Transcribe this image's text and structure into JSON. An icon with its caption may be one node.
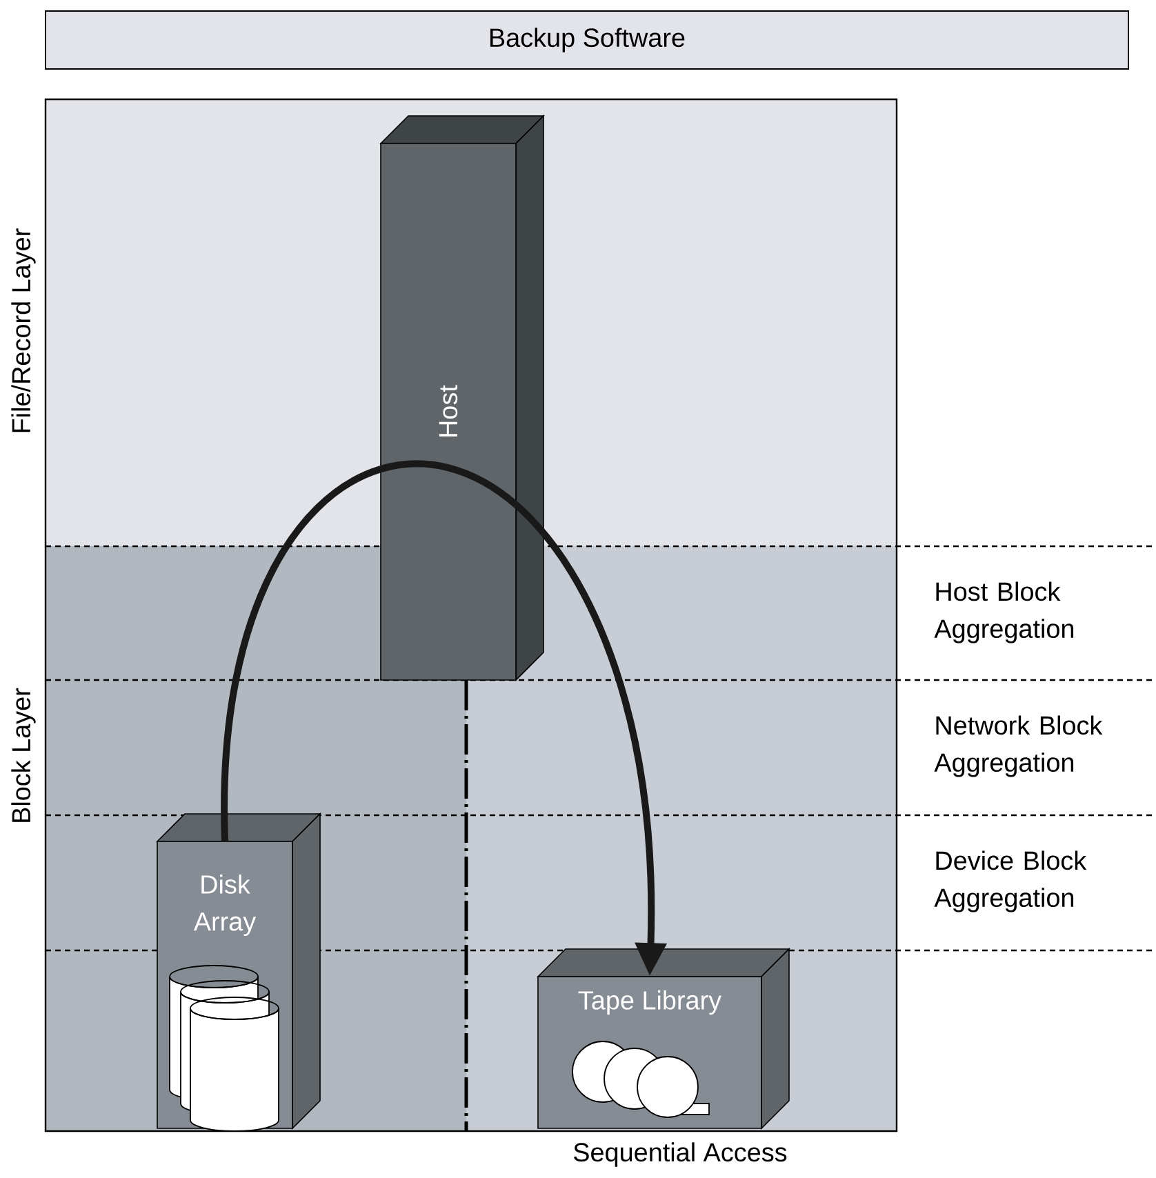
{
  "diagram": {
    "nodes": [
      {
        "text": [
          "Backup Software"
        ]
      },
      {
        "text": [
          "Host"
        ]
      },
      {
        "text": [
          "Disk Array"
        ]
      },
      {
        "text": [
          "Tape Library"
        ]
      }
    ],
    "edges": [
      {
        "from": 2,
        "to": 1,
        "arrow": "none"
      },
      {
        "from": 1,
        "to": 3,
        "arrow": "to"
      }
    ],
    "labels": [
      "File/Record Layer",
      "Host Block Aggregation",
      "Network Block Aggregation",
      "Block Layer",
      "Device Block Aggregation",
      "Sequential Access"
    ]
  }
}
